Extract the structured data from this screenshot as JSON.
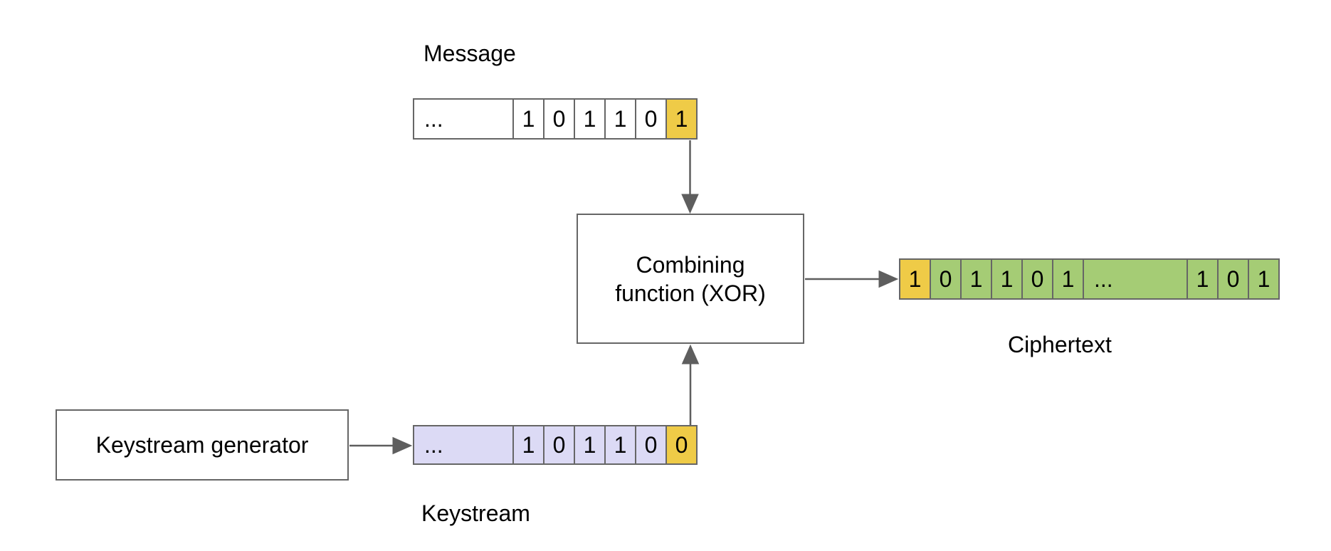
{
  "diagram": {
    "message": {
      "label": "Message",
      "cells": [
        "...",
        "1",
        "0",
        "1",
        "1",
        "0",
        "1"
      ],
      "highlight_index": 6
    },
    "combiner": {
      "label_lines": [
        "Combining",
        "function (XOR)"
      ]
    },
    "keystream": {
      "generator_label": "Keystream generator",
      "label": "Keystream",
      "cells": [
        "...",
        "1",
        "0",
        "1",
        "1",
        "0",
        "0"
      ],
      "highlight_index": 6
    },
    "ciphertext": {
      "label": "Ciphertext",
      "cells": [
        "1",
        "0",
        "1",
        "1",
        "0",
        "1",
        "...",
        "1",
        "0",
        "1"
      ],
      "highlight_index": 0
    },
    "colors": {
      "highlight": "#efcb47",
      "ciphertext_fill": "#a5cc75",
      "keystream_fill": "#dcdaf5",
      "border": "#666666",
      "arrow": "#5e5e5e"
    }
  }
}
